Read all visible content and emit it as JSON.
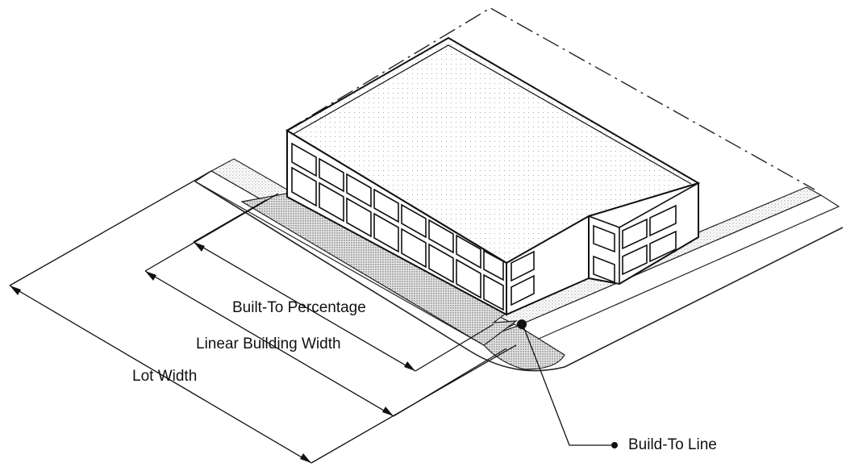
{
  "labels": {
    "built_to_percentage": "Built-To Percentage",
    "linear_building_width": "Linear Building Width",
    "lot_width": "Lot Width",
    "build_to_line": "Build-To Line"
  }
}
